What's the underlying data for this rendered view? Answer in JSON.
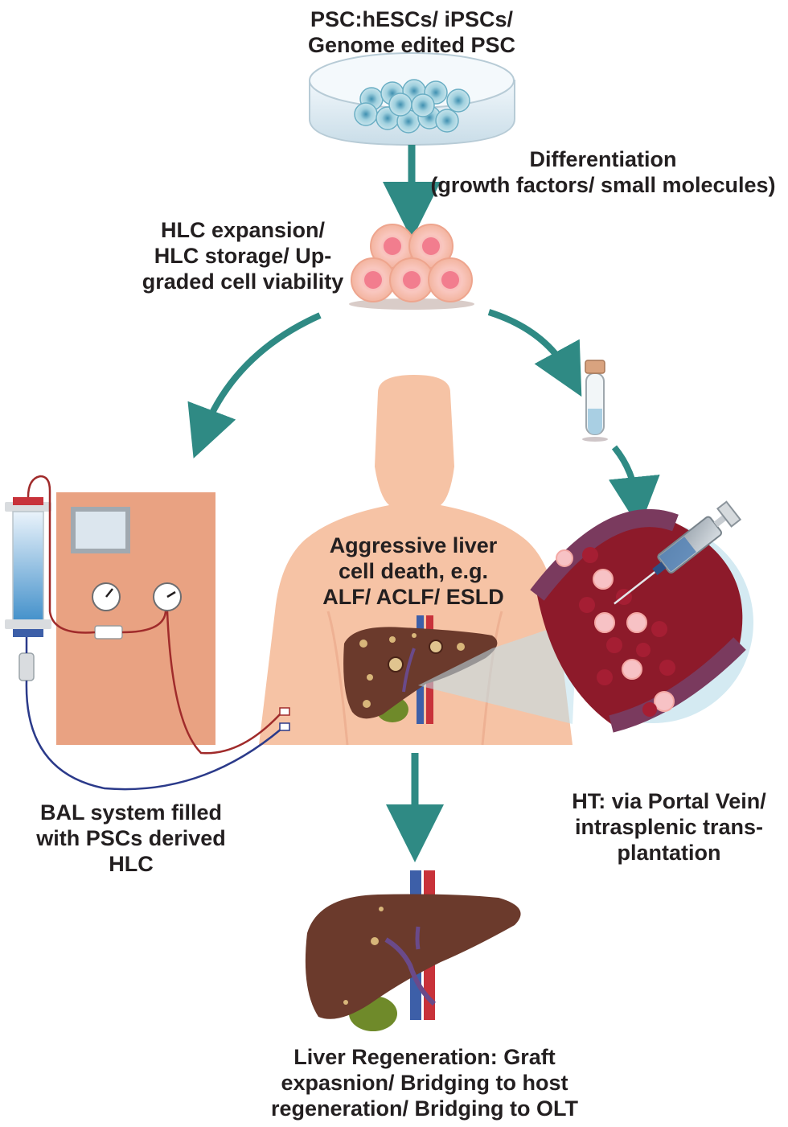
{
  "labels": {
    "source": [
      "PSC:hESCs/ iPSCs/",
      "Genome edited PSC"
    ],
    "differentiation": [
      "Differentiation",
      "(growth factors/ small molecules)"
    ],
    "expansion": [
      "HLC expansion/",
      "HLC storage/ Up-",
      "graded cell viability"
    ],
    "disease": [
      "Aggressive liver",
      "cell death, e.g.",
      "ALF/ ACLF/ ESLD"
    ],
    "bal": [
      "BAL system filled",
      "with PSCs derived",
      "HLC"
    ],
    "transplant": [
      "HT: via Portal Vein/",
      "intrasplenic trans-",
      "plantation"
    ],
    "outcome": [
      "Liver Regeneration: Graft",
      "expasnion/ Bridging to host",
      "regeneration/ Bridging to OLT"
    ]
  },
  "colors": {
    "arrow": "#2f8a84",
    "skin": "#f6c3a5",
    "device": "#e9a282",
    "liver": "#6b3a2c",
    "artery": "#c8323a",
    "vein": "#3d5fa8",
    "vessel_wall": "#6d2a4a",
    "blood": "#8d1a2a",
    "text": "#231f20"
  },
  "icons": [
    "petri-dish-icon",
    "stem-cells-icon",
    "hepatocyte-cluster-icon",
    "sample-tube-icon",
    "human-torso-icon",
    "bioartificial-liver-device-icon",
    "diseased-liver-icon",
    "blood-vessel-icon",
    "syringe-icon",
    "regenerated-liver-icon"
  ]
}
